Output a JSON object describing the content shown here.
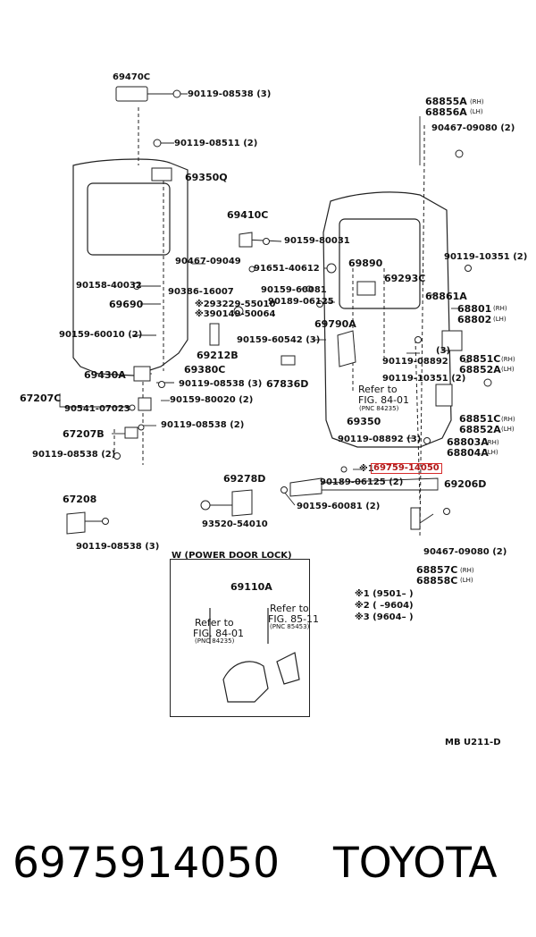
{
  "labels": {
    "p69470C": "69470C",
    "p90119_08538_3_a": "90119-08538 (3)",
    "p90119_08511_2": "90119-08511 (2)",
    "p69350Q": "69350Q",
    "p69410C": "69410C",
    "p90159_80031": "90159-80031",
    "p90467_09049": "90467-09049",
    "p90158_40032": "90158-40032",
    "p90386_16007": "90386-16007",
    "p69690": "69690",
    "p293229": "※293229-55010",
    "p390149": "※390149-50064",
    "p90159_60010_2": "90159-60010 (2)",
    "p69212B": "69212B",
    "p69430A": "69430A",
    "p69380C": "69380C",
    "p90119_08538_3_b": "90119-08538 (3)",
    "p67207C": "67207C",
    "p90159_80020_2": "90159-80020 (2)",
    "p90541_07023": "90541-07023",
    "p90119_08538_2_a": "90119-08538 (2)",
    "p67207B": "67207B",
    "p90119_08538_2_b": "90119-08538 (2)",
    "p69278D": "69278D",
    "p67208": "67208",
    "p93520_54010": "93520-54010",
    "p90119_08538_3_c": "90119-08538 (3)",
    "p68855A": "68855A",
    "p68856A": "68856A",
    "p90467_09080_2_a": "90467-09080 (2)",
    "p91651_40612": "91651-40612",
    "p69890": "69890",
    "p90119_10351_2_a": "90119-10351 (2)",
    "p69293C": "69293C",
    "p90159_60081_a": "90159-60081",
    "p90189_06125_a": "90189-06125",
    "p68861A": "68861A",
    "p68801": "68801",
    "p68802": "68802",
    "p69790A": "69790A",
    "p90159_60542_3": "90159-60542 (3)",
    "p3": "(3)",
    "p90119_08892_a": "90119-08892",
    "p68851C_a": "68851C",
    "p68852A_a": "68852A",
    "p67836D": "67836D",
    "p90119_10351_2_b": "90119-10351 (2)",
    "refer1": "Refer to",
    "fig8401": "FIG. 84-01",
    "pnc84235": "(PNC 84235)",
    "p69350": "69350",
    "p68851C_b": "68851C",
    "p68852A_b": "68852A",
    "p90119_08892_3": "90119-08892 (3)",
    "p68803A": "68803A",
    "p68804A": "68804A",
    "mark1": "※1",
    "p69759_14050": "69759-14050",
    "p90189_06125_2": "90189-06125 (2)",
    "p69206D": "69206D",
    "p90159_60081_2": "90159-60081 (2)",
    "p90467_09080_2_b": "90467-09080 (2)",
    "p68857C": "68857C",
    "p68858C": "68858C",
    "rh": "(RH)",
    "lh": "(LH)",
    "powerLock": "W (POWER  DOOR  LOCK)",
    "p69110A": "69110A",
    "referA": "Refer to",
    "figA": "FIG. 84-01",
    "pncA": "(PNC 84235)",
    "referB": "Refer to",
    "figB": "FIG. 85-11",
    "pncB": "(PNC 85453)",
    "n1": "※1 (9501–       )",
    "n2": "※2 (         –9604)",
    "n3": "※3 (9604–       )",
    "code": "MB  U211-D"
  },
  "footer": {
    "part_number": "6975914050",
    "brand": "TOYOTA"
  },
  "colors": {
    "highlight": "#d62a2a",
    "line": "#222222"
  }
}
